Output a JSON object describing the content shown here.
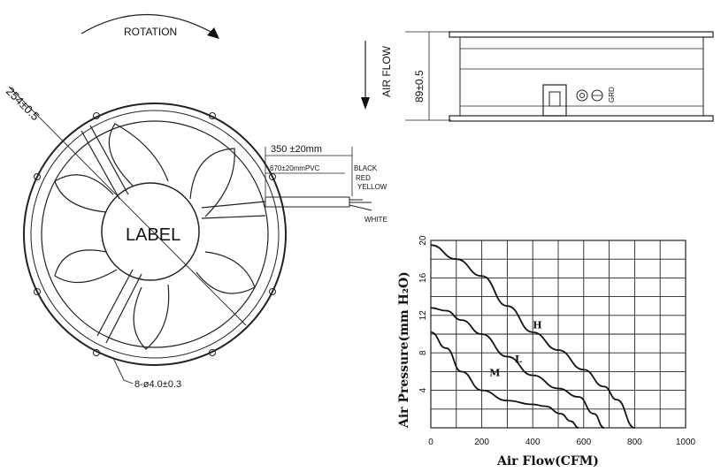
{
  "front_view": {
    "rotation_label": "ROTATION",
    "diameter_label": "254±0.5",
    "center_label": "LABEL",
    "hole_label": "8-ø4.0±0.3",
    "lead_length_label": "350 ±20mm",
    "pvc_label": "670±20mmPVC",
    "wires": [
      "BLACK",
      "RED",
      "YELLOW",
      "WHITE"
    ]
  },
  "side_view": {
    "airflow_label": "AIR FLOW",
    "height_label": "89±0.5",
    "ground_label": "GRD"
  },
  "chart_data": {
    "type": "line",
    "xlabel": "Air Flow(CFM)",
    "ylabel": "Air Pressure(mm H₂O)",
    "xlim": [
      0,
      1000
    ],
    "ylim": [
      0,
      20
    ],
    "xticks": [
      "0",
      "200",
      "400",
      "600",
      "800",
      "1000"
    ],
    "yticks": [
      "4",
      "8",
      "12",
      "16",
      "20"
    ],
    "grid": true,
    "series": [
      {
        "name": "H",
        "x": [
          0,
          100,
          200,
          300,
          400,
          500,
          600,
          680,
          730,
          800
        ],
        "y": [
          19.5,
          18,
          16.2,
          13,
          10.2,
          8.3,
          6.2,
          4.4,
          3,
          0
        ]
      },
      {
        "name": "L",
        "x": [
          0,
          60,
          120,
          200,
          300,
          400,
          500,
          580,
          640,
          680
        ],
        "y": [
          12.8,
          12.5,
          11.5,
          10,
          7.6,
          5.6,
          4.2,
          3.3,
          1.5,
          0
        ]
      },
      {
        "name": "M",
        "x": [
          0,
          60,
          120,
          200,
          300,
          400,
          450,
          510,
          550,
          580
        ],
        "y": [
          10.2,
          8.5,
          6,
          4,
          2.9,
          2.5,
          2.3,
          1.5,
          0.7,
          0
        ]
      }
    ]
  }
}
